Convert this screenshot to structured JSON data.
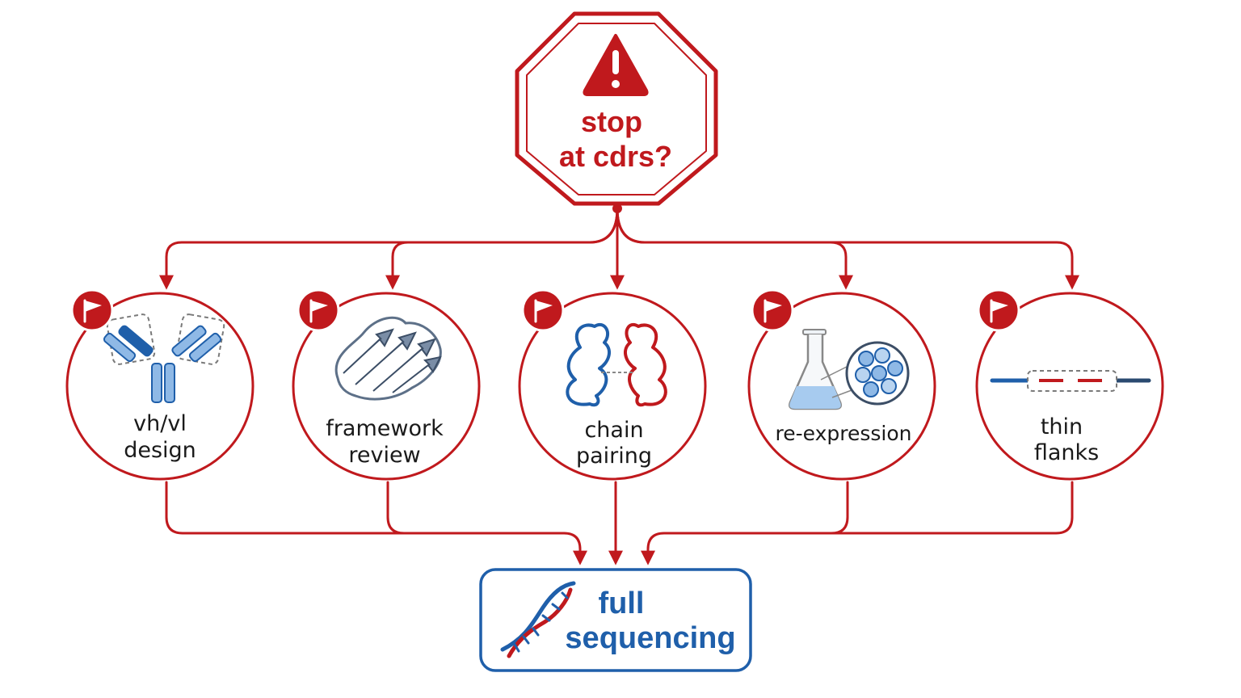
{
  "colors": {
    "red": "#c0191d",
    "blue": "#1f5faa",
    "light_blue": "#8fb9e6",
    "steel": "#5d7088",
    "text": "#1a1a1a"
  },
  "decision": {
    "icon": "warning-triangle-icon",
    "line1": "stop",
    "line2": "at cdrs?"
  },
  "nodes": [
    {
      "icon": "antibody-icon",
      "line1": "vh/vl",
      "line2": "design",
      "flag_icon": "flag-icon"
    },
    {
      "icon": "beta-sheet-protein-icon",
      "line1": "framework",
      "line2": "review",
      "flag_icon": "flag-icon"
    },
    {
      "icon": "paired-chains-icon",
      "line1": "chain",
      "line2": "pairing",
      "flag_icon": "flag-icon"
    },
    {
      "icon": "flask-and-cells-icon",
      "line1": "re-expression",
      "line2": "",
      "flag_icon": "flag-icon"
    },
    {
      "icon": "sequence-flanks-icon",
      "line1": "thin",
      "line2": "flanks",
      "flag_icon": "flag-icon"
    }
  ],
  "outcome": {
    "icon": "dna-helix-icon",
    "line1": "full",
    "line2": "sequencing"
  }
}
